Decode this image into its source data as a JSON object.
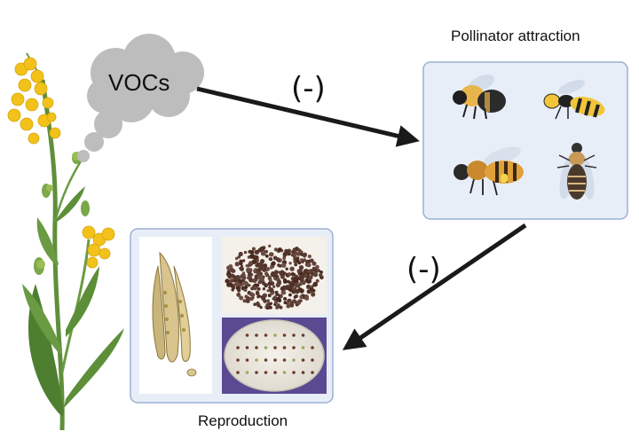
{
  "cloud": {
    "label": "VOCs"
  },
  "pollinators": {
    "title": "Pollinator attraction",
    "effect": "(-)"
  },
  "reproduction": {
    "title": "Reproduction",
    "effect": "(-)"
  },
  "colors": {
    "panel_fill": "#e8eef8",
    "panel_border": "#9bb0d4",
    "arrow": "#1a1a1a",
    "cloud": "#bdbdbd",
    "flower": "#f2c21a",
    "leaf": "#5f8f3a"
  },
  "icons": [
    "rapeseed-plant-icon",
    "voc-cloud-icon",
    "bumblebee-icon",
    "wasp-icon",
    "honeybee-icon",
    "solitary-bee-icon",
    "seed-pod-icon",
    "seed-pile-icon",
    "petri-dish-icon"
  ]
}
